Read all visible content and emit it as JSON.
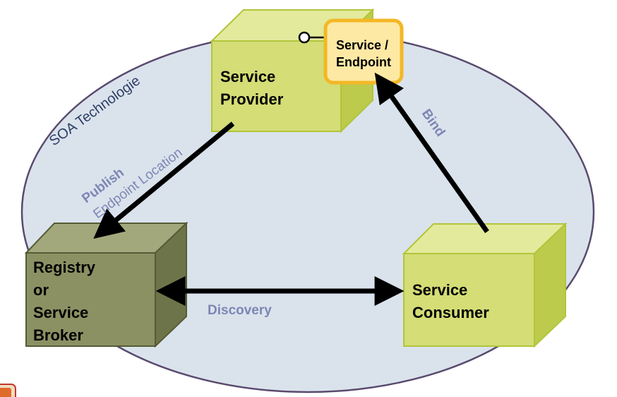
{
  "diagram": {
    "ellipse_label": "SOA Technologie",
    "provider": {
      "line1": "Service",
      "line2": "Provider"
    },
    "endpoint": {
      "line1": "Service /",
      "line2": "Endpoint"
    },
    "registry": {
      "line1": "Registry",
      "line2": "or",
      "line3": "Service",
      "line4": "Broker"
    },
    "consumer": {
      "line1": "Service",
      "line2": "Consumer"
    },
    "publish": {
      "title": "Publish",
      "subtitle": "Endpoint Location"
    },
    "bind": "Bind",
    "discovery": "Discovery"
  },
  "colors": {
    "ellipse_fill": "#dae3ec",
    "ellipse_stroke": "#5a4a6e",
    "box_fill": "#d4dd76",
    "box_stroke": "#b2c53a",
    "box_top": "#e3ea9c",
    "box_side": "#bccb4c",
    "registry_fill": "#8b9163",
    "registry_top": "#a3a87c",
    "registry_side": "#6e744a",
    "registry_stroke": "#565b35",
    "endpoint_fill": "#fde9a4",
    "endpoint_stroke": "#f4b725",
    "label_muted": "#7d86b4",
    "arrow": "#000000"
  },
  "icons": [
    "lollipop-interface-icon",
    "warning-icon"
  ]
}
